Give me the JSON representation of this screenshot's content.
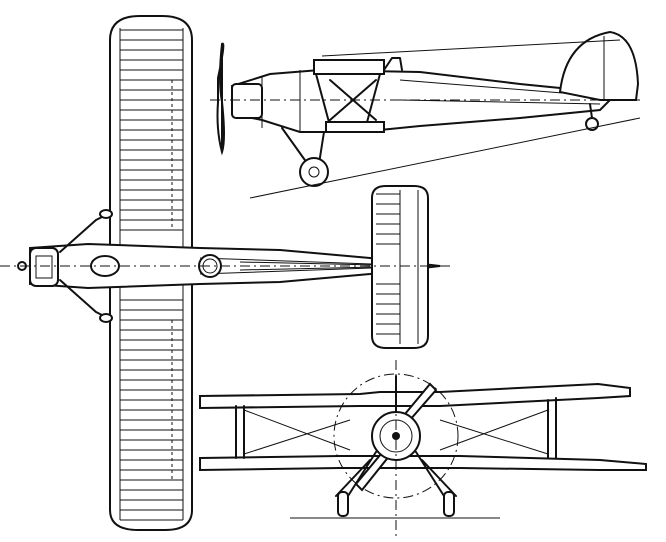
{
  "drawing": {
    "kind": "three-view line drawing of a single-engine biplane",
    "views": [
      "side-view",
      "top-view",
      "front-view"
    ]
  }
}
